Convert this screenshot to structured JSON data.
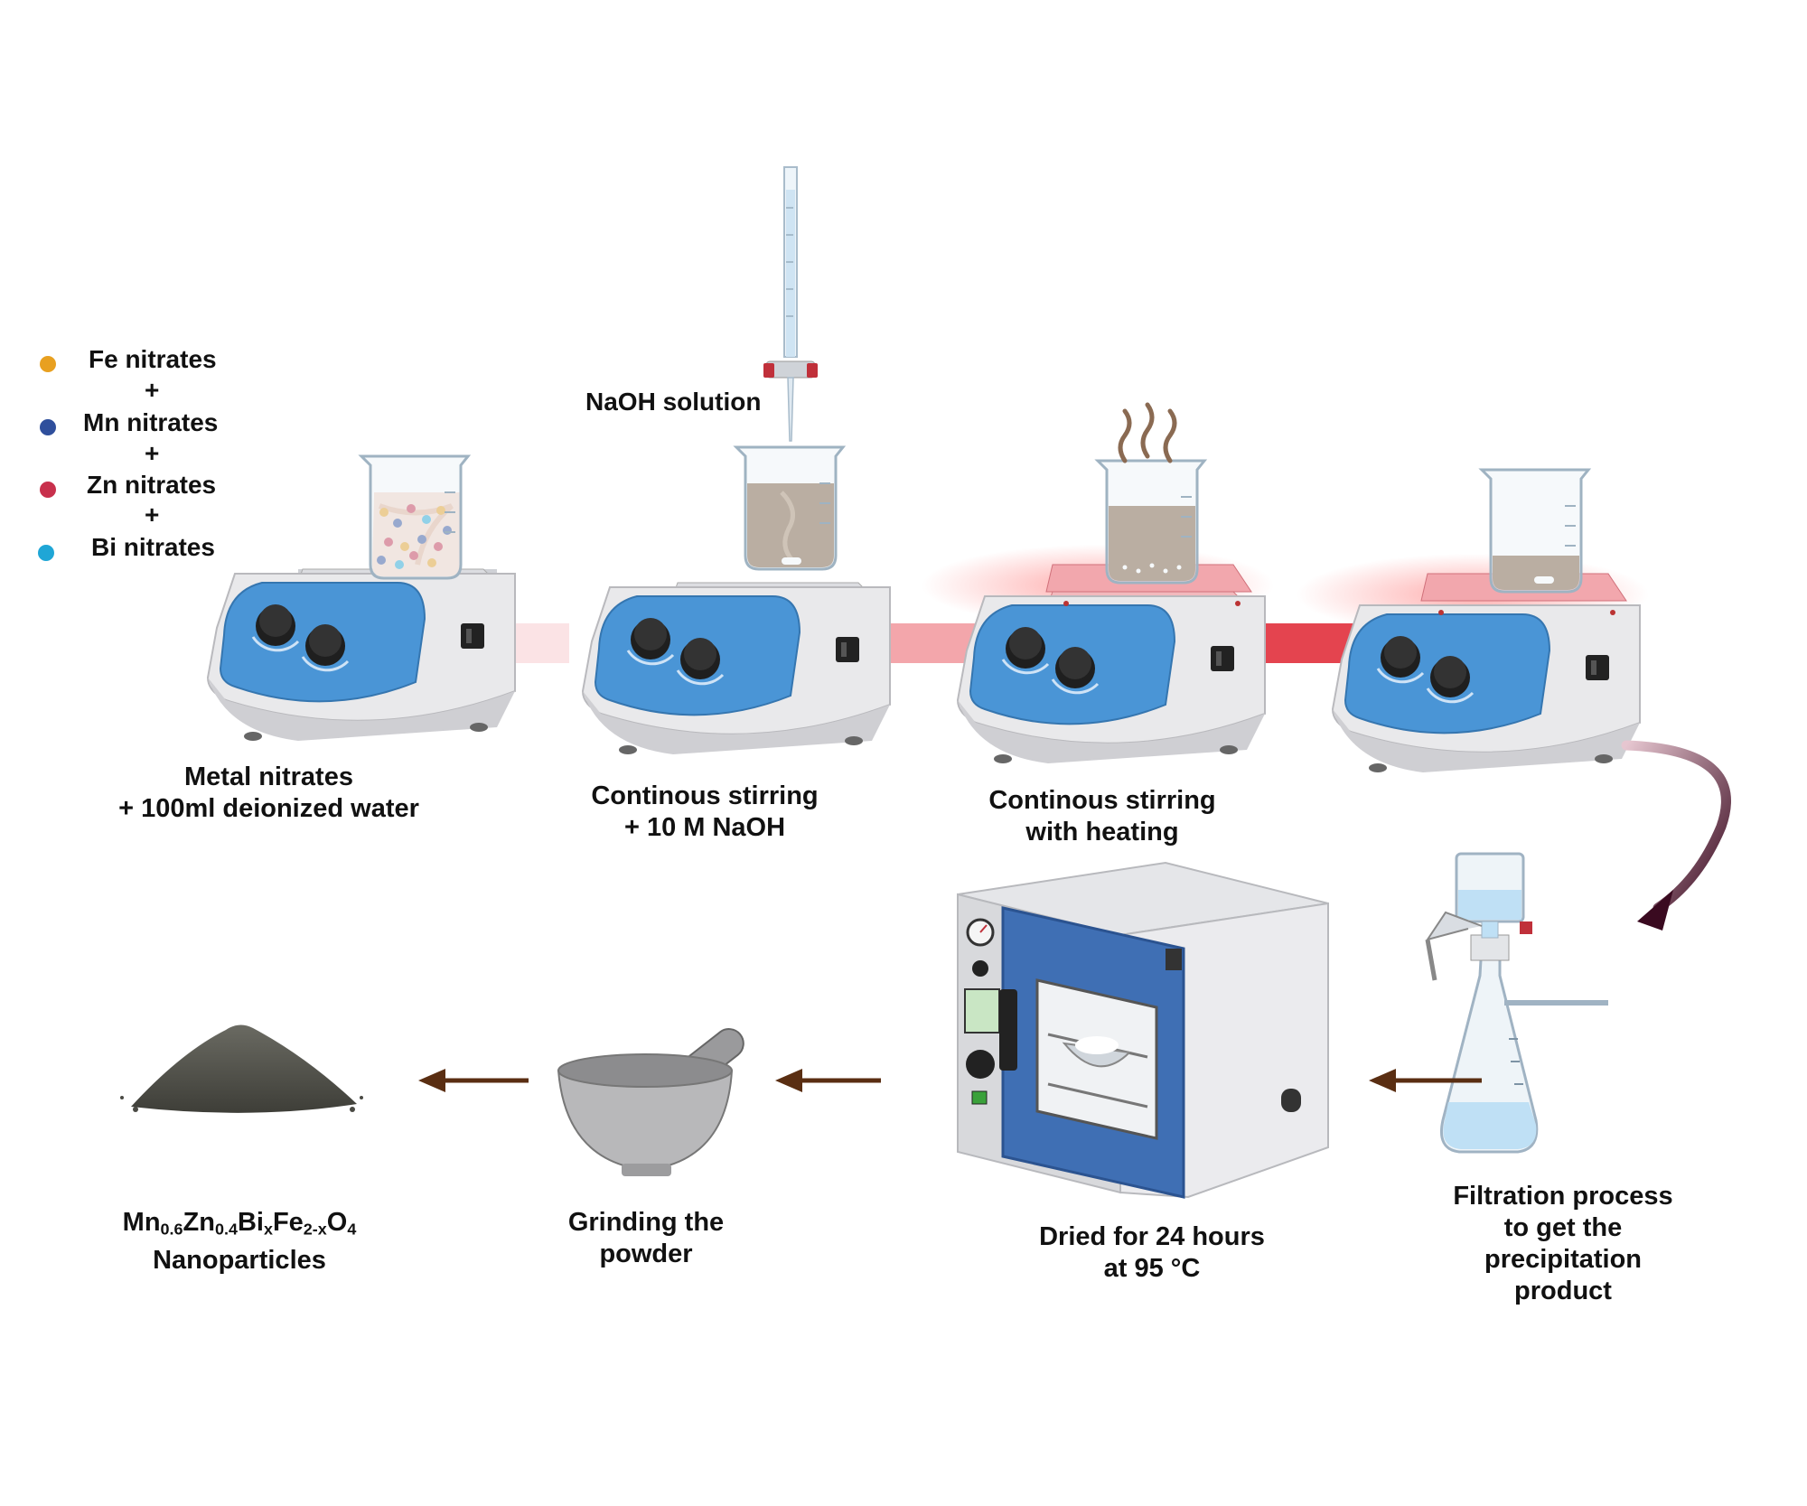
{
  "legend": {
    "items": [
      {
        "label": "Fe nitrates",
        "color": "#e8a020"
      },
      {
        "label": "Mn nitrates",
        "color": "#2f4f9c"
      },
      {
        "label": "Zn nitrates",
        "color": "#c8304c"
      },
      {
        "label": "Bi nitrates",
        "color": "#1fa6d6"
      }
    ],
    "separator": "+"
  },
  "naoh_label": "NaOH solution",
  "steps": {
    "s1": [
      "Metal nitrates",
      "+ 100ml deionized water"
    ],
    "s2": [
      "Continous stirring",
      "+ 10 M NaOH"
    ],
    "s3": [
      "Continous stirring",
      "with heating"
    ],
    "s4": [
      "Filtration process",
      "to get the",
      "precipitation",
      "product"
    ],
    "s5": [
      "Dried for 24 hours",
      "at 95 °C"
    ],
    "s6": [
      "Grinding the",
      "powder"
    ],
    "s7": {
      "formula": [
        {
          "t": "Mn",
          "sub": "0.6"
        },
        {
          "t": "Zn",
          "sub": "0.4"
        },
        {
          "t": "Bi",
          "sub": "x"
        },
        {
          "t": "Fe",
          "sub": "2-x"
        },
        {
          "t": "O",
          "sub": "4"
        }
      ],
      "line2": "Nanoparticles"
    }
  },
  "colors": {
    "plate_blue": "#4a95d6",
    "heating_red": "#e8454f",
    "precipitate_brown": "#7a5a3a",
    "oven_door": "#3f6fb4",
    "arrow_brown": "#5a2e12",
    "curve_arrow": "#3a0a20"
  }
}
